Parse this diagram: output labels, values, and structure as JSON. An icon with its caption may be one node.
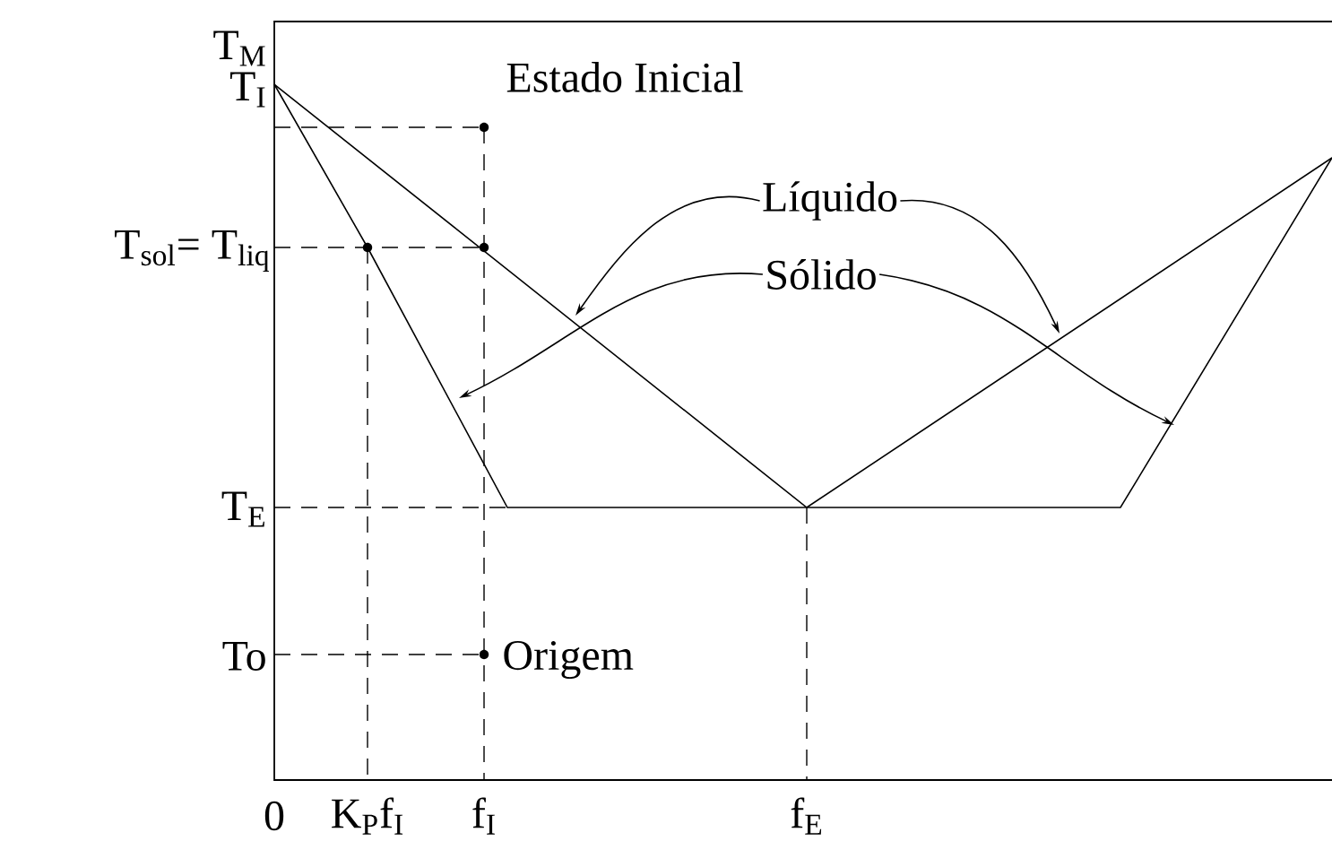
{
  "diagram": {
    "nodes": [
      {
        "text": [
          "Líquido"
        ]
      },
      {
        "text": [
          "Sólido"
        ]
      }
    ],
    "edges": [
      {
        "from": 0,
        "to": null,
        "arrow": "to"
      },
      {
        "from": 0,
        "to": null,
        "arrow": "to"
      },
      {
        "from": 1,
        "to": null,
        "arrow": "to"
      },
      {
        "from": 1,
        "to": null,
        "arrow": "to"
      }
    ],
    "labels": [
      "T$_{M}$",
      "T$_{I}$",
      "Estado Inicial",
      "T$_{sol}$= T$_{liq}$",
      "T$_{E}$",
      "To",
      "Origem",
      "0",
      "K$_{P}$f$_{I}$",
      "f$_{I}$",
      "f$_{E}$"
    ]
  }
}
